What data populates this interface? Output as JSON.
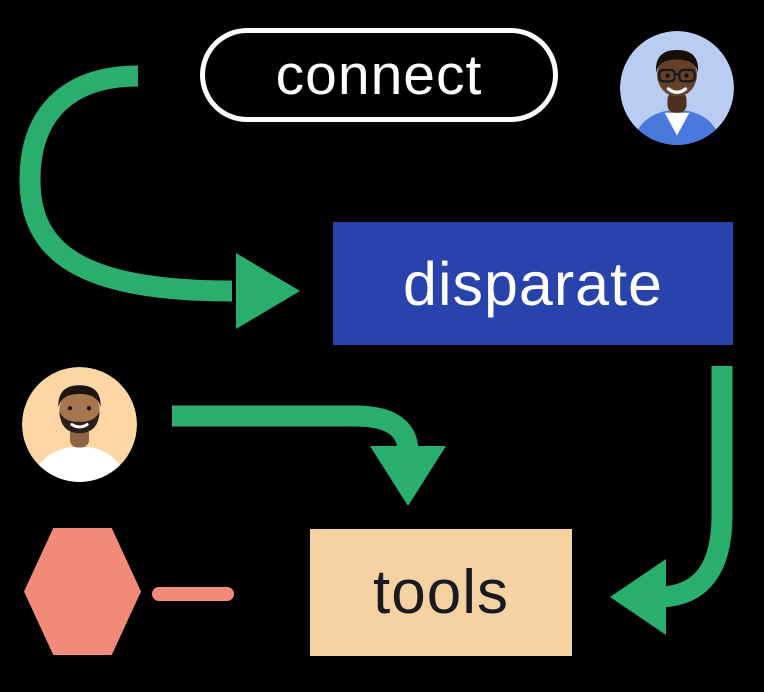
{
  "colors": {
    "background": "#000000",
    "green": "#2aae6e",
    "blue": "#2943ac",
    "tan": "#f6d1a2",
    "salmon": "#f18b77",
    "white": "#ffffff",
    "dark-text": "#191921",
    "avatar-top-bg": "#b9cdf2",
    "avatar-left-bg": "#fcd6a3"
  },
  "nodes": {
    "connect": {
      "label": "connect"
    },
    "disparate": {
      "label": "disparate"
    },
    "tools": {
      "label": "tools"
    }
  },
  "icons": {
    "avatar_top": "avatar-photo-man-glasses",
    "avatar_left": "avatar-photo-man-beard",
    "hexagon": "salmon-hexagon",
    "dash": "salmon-dash-line",
    "arrows": [
      "arrow-connect-to-disparate",
      "arrow-avatar-to-tools",
      "arrow-disparate-to-tools"
    ]
  }
}
